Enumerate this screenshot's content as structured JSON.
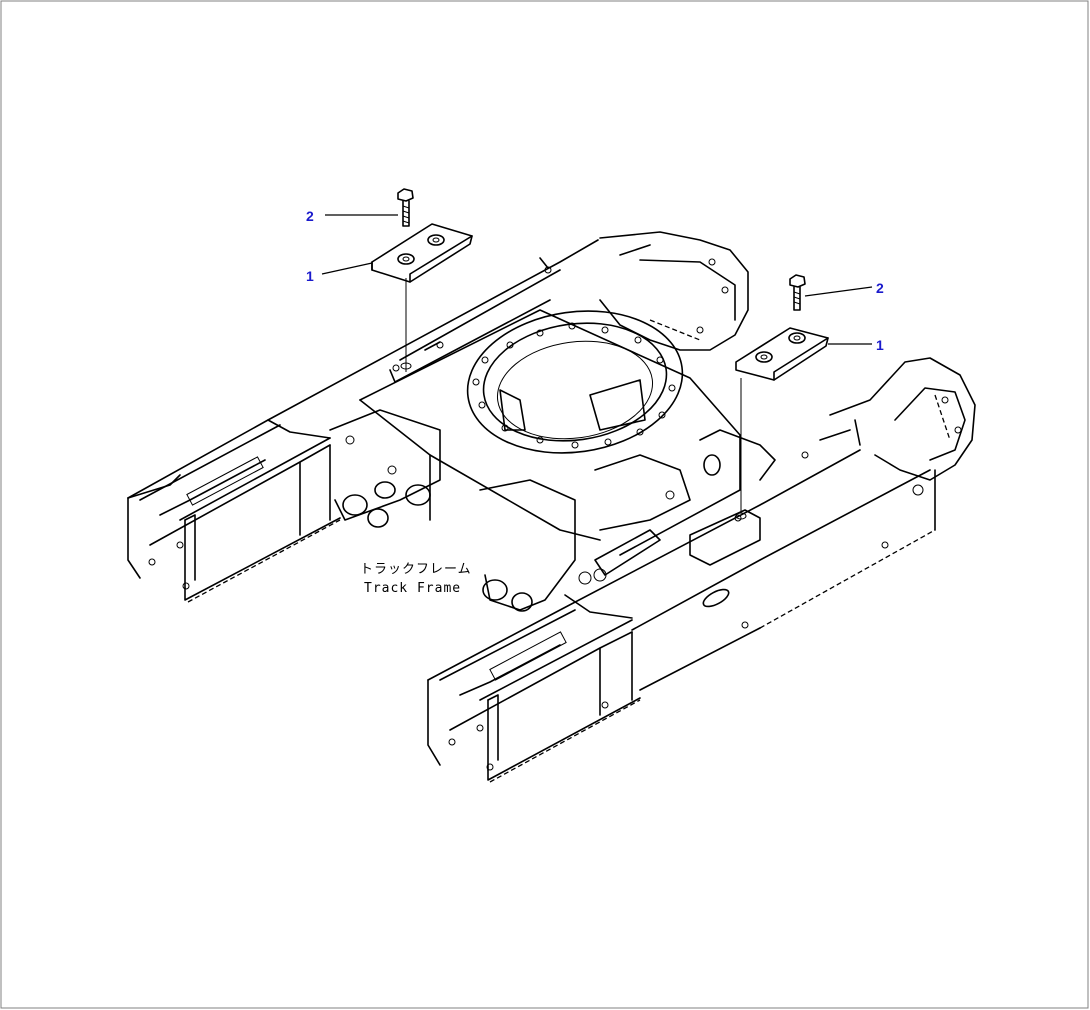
{
  "diagram": {
    "callouts": {
      "left_plate": "1",
      "left_bolt": "2",
      "right_plate": "1",
      "right_bolt": "2"
    },
    "caption": {
      "jp": "トラックフレーム",
      "en": "Track Frame"
    },
    "colors": {
      "callout": "#1a1acc",
      "line": "#000000",
      "frame": "#808080"
    }
  }
}
